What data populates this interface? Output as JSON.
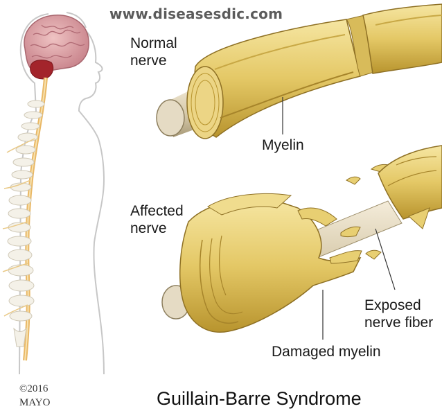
{
  "watermark": "www.diseasesdic.com",
  "title": "Guillain-Barre Syndrome",
  "copyright": {
    "year": "©2016",
    "owner": "MAYO"
  },
  "labels": {
    "normal_nerve_line1": "Normal",
    "normal_nerve_line2": "nerve",
    "myelin": "Myelin",
    "affected_nerve_line1": "Affected",
    "affected_nerve_line2": "nerve",
    "exposed_line1": "Exposed",
    "exposed_line2": "nerve fiber",
    "damaged_myelin": "Damaged myelin"
  },
  "colors": {
    "myelin": "#e8cf72",
    "myelin_dark": "#b8942e",
    "axon": "#d9cdb0",
    "brain": "#d89aa0",
    "cerebellum": "#a3242b",
    "spine": "#f1d39a"
  }
}
